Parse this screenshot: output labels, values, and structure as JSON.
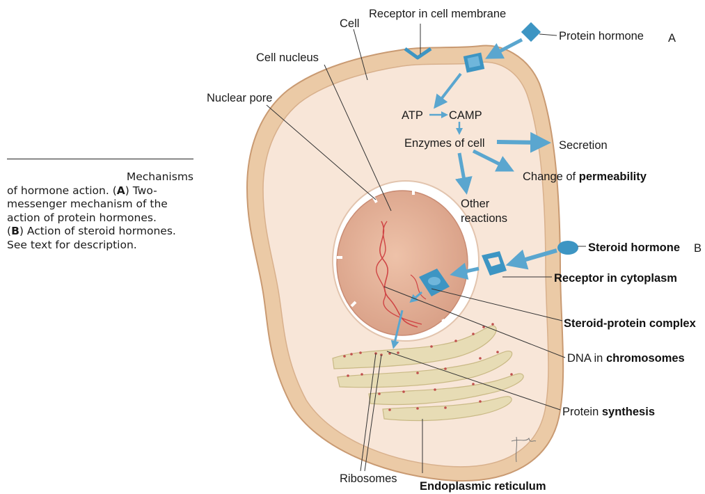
{
  "caption": {
    "line1": "Mechanisms",
    "line2_pre": "of hormone action. (",
    "line2_bold": "A",
    "line2_post": ") Two-",
    "line3": "messenger mechanism of the",
    "line4": "action of protein hormones.",
    "line5_pre": "(",
    "line5_bold": "B",
    "line5_post": ") Action of steroid hormones.",
    "line6": "See text for description."
  },
  "labels": {
    "cell": "Cell",
    "receptor_membrane": "Receptor in cell membrane",
    "protein_hormone": "Protein hormone",
    "marker_a": "A",
    "cell_nucleus": "Cell nucleus",
    "nuclear_pore": "Nuclear pore",
    "atp": "ATP",
    "camp": "CAMP",
    "enzymes": "Enzymes of cell",
    "secretion": "Secretion",
    "change_of": "Change of ",
    "permeability": "permeability",
    "other": "Other",
    "reactions": "reactions",
    "steroid_hormone": "Steroid hormone",
    "marker_b": "B",
    "receptor_cytoplasm": "Receptor in cytoplasm",
    "steroid_protein_complex": "Steroid-protein complex",
    "dna_in": "DNA in ",
    "chromosomes": "chromosomes",
    "protein": "Protein ",
    "synthesis": "synthesis",
    "ribosomes": "Ribosomes",
    "endoplasmic_reticulum": "Endoplasmic reticulum"
  },
  "colors": {
    "membrane": "#ebcaa6",
    "membrane_outline": "#c99a72",
    "cytoplasm": "#f8e6d8",
    "nucleus": "#e8b8a0",
    "hormone_blue": "#3d95c3",
    "arrow_blue": "#5aa6cf",
    "er": "#e7dcb5",
    "ribosome_dot": "#c0504d",
    "dna": "#cf4545"
  }
}
